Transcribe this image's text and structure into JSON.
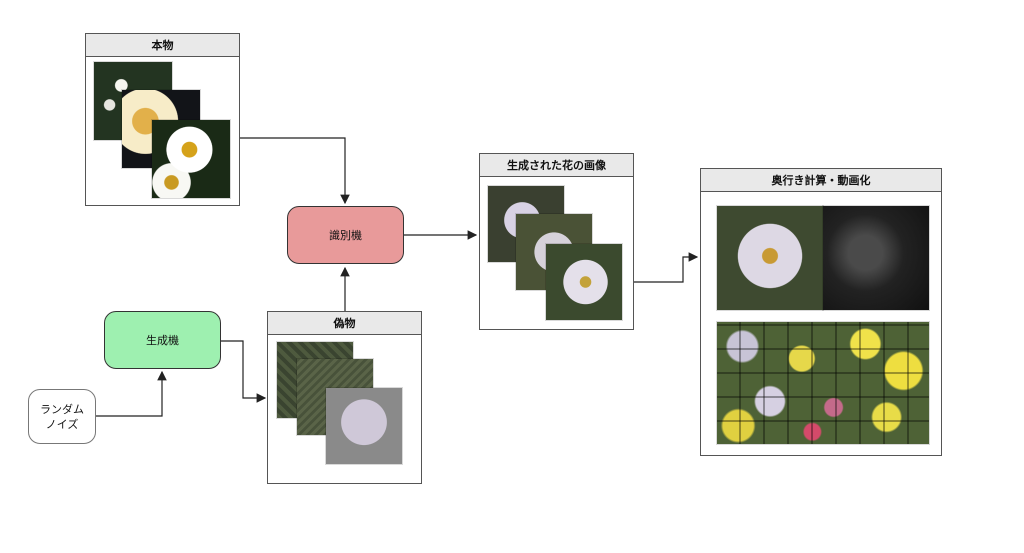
{
  "panels": {
    "real": "本物",
    "fake": "偽物",
    "generated": "生成された花の画像",
    "depth": "奥行き計算・動画化"
  },
  "nodes": {
    "discriminator": "識別機",
    "generator": "生成機",
    "noise_line1": "ランダム",
    "noise_line2": "ノイズ"
  },
  "colors": {
    "discriminator_fill": "#e89a9a",
    "generator_fill": "#9ef0b0",
    "panel_header": "#e9e9e9",
    "border": "#555555"
  }
}
